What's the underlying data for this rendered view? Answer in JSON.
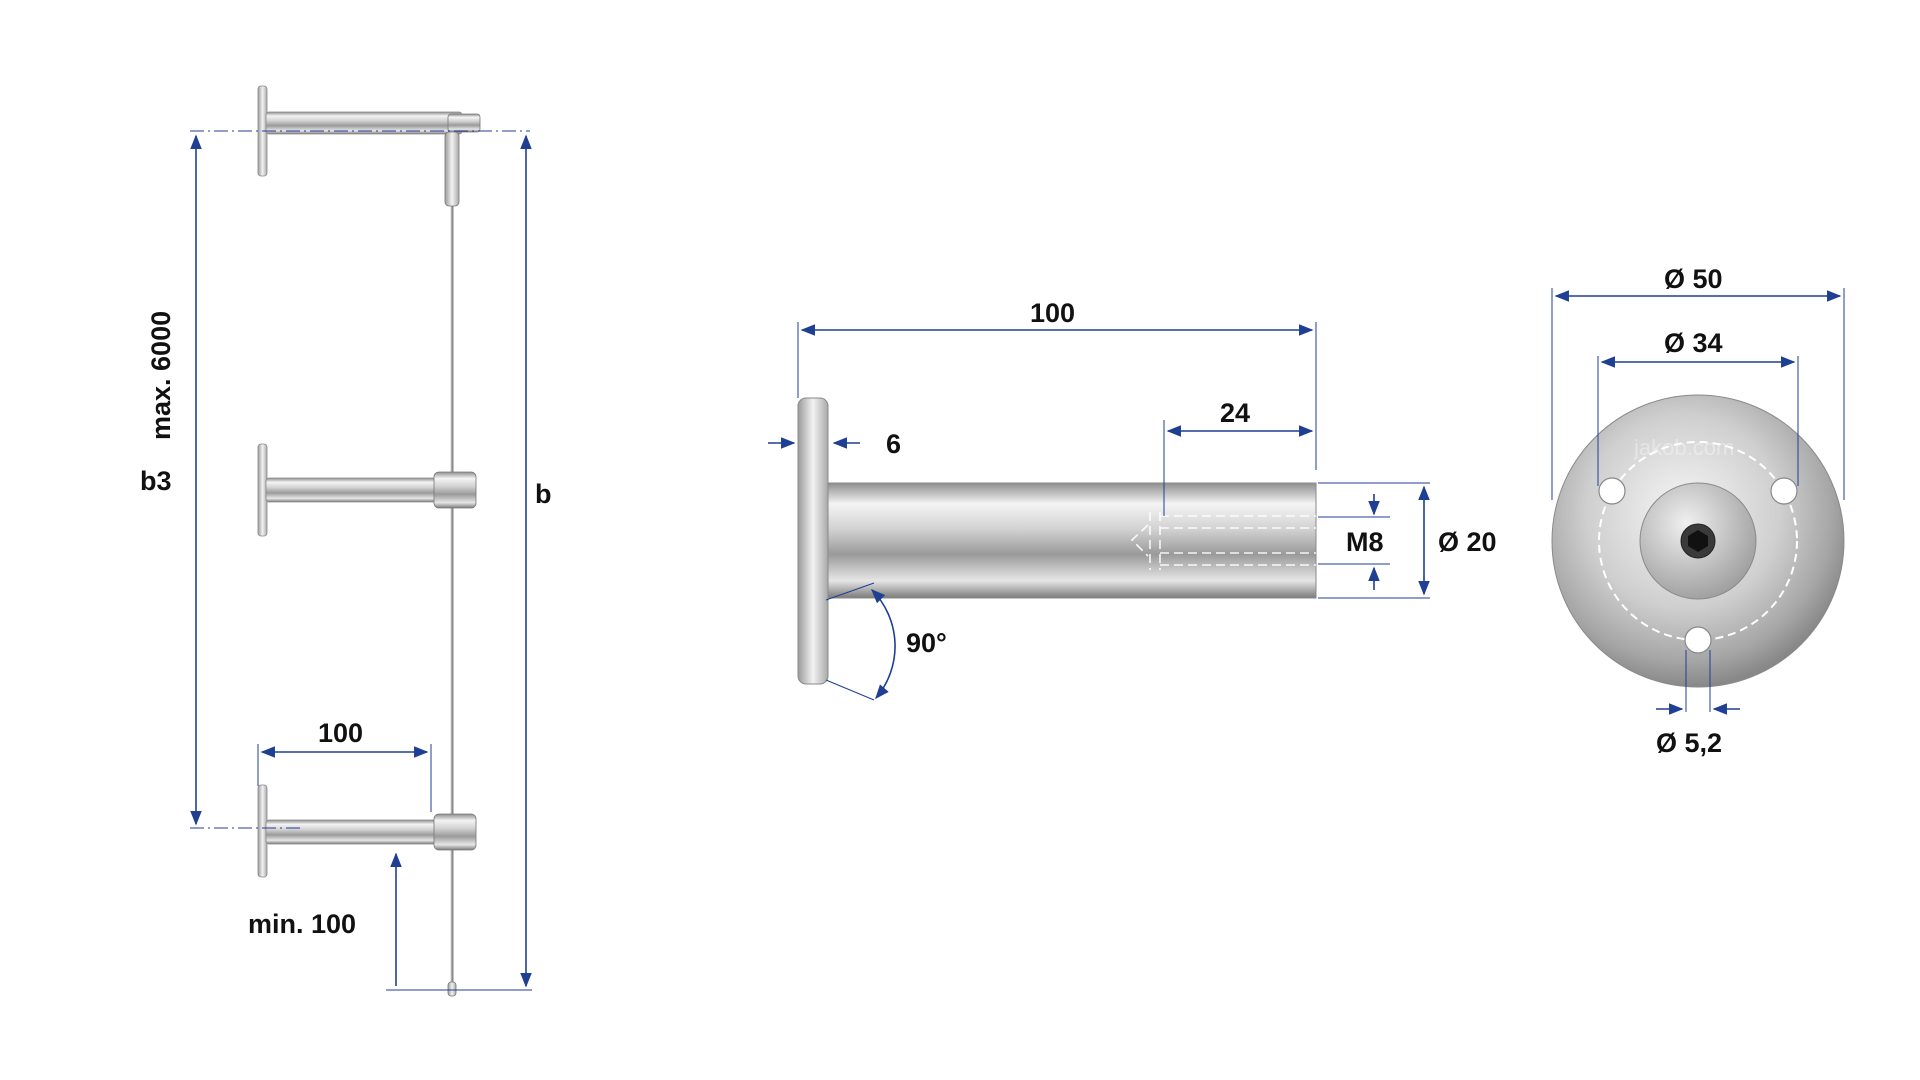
{
  "colors": {
    "dimension_line": "#1f3f93",
    "steel_light": "#f1f1f1",
    "steel_mid": "#bdbdbd",
    "steel_dark": "#6f6f6f",
    "text": "#111111"
  },
  "system_view": {
    "height_label": "max. 6000",
    "b3_label": "b3",
    "b_label": "b",
    "standoff_length": "100",
    "min_label": "min. 100"
  },
  "side_view": {
    "length": "100",
    "flange_thickness": "6",
    "thread_depth": "24",
    "thread": "M8",
    "diameter": "Ø 20",
    "angle": "90°"
  },
  "front_view": {
    "outer_diameter": "Ø 50",
    "bolt_circle": "Ø 34",
    "hole_diameter": "Ø 5,2",
    "watermark": "jakob.com"
  }
}
